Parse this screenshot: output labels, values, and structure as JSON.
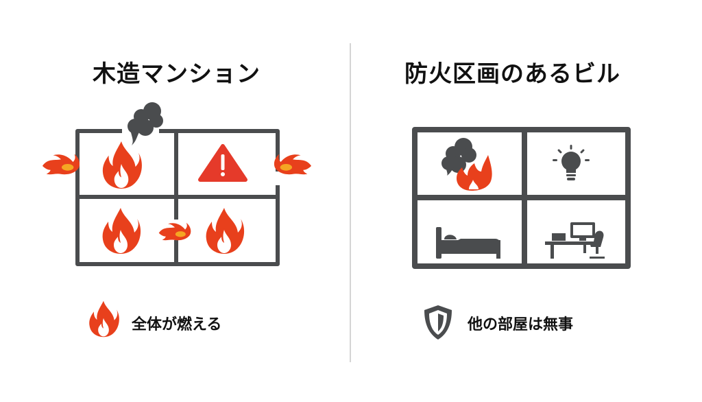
{
  "left": {
    "title": "木造マンション",
    "caption": "全体が燃える",
    "rooms": [
      {
        "position": "top-left",
        "icon": "fire-icon"
      },
      {
        "position": "top-right",
        "icon": "warning-icon"
      },
      {
        "position": "bottom-left",
        "icon": "fire-icon"
      },
      {
        "position": "bottom-right",
        "icon": "fire-icon"
      }
    ]
  },
  "right": {
    "title": "防火区画のあるビル",
    "caption": "他の部屋は無事",
    "rooms": [
      {
        "position": "top-left",
        "icon": "smoke-fire-icon"
      },
      {
        "position": "top-right",
        "icon": "lightbulb-icon"
      },
      {
        "position": "bottom-left",
        "icon": "bed-icon"
      },
      {
        "position": "bottom-right",
        "icon": "desk-computer-icon"
      }
    ]
  },
  "colors": {
    "fire": "#e8401c",
    "fire_core": "#f5a623",
    "wall": "#4a4c4e",
    "warning": "#e53a2a",
    "divider": "#d4d4d4"
  }
}
